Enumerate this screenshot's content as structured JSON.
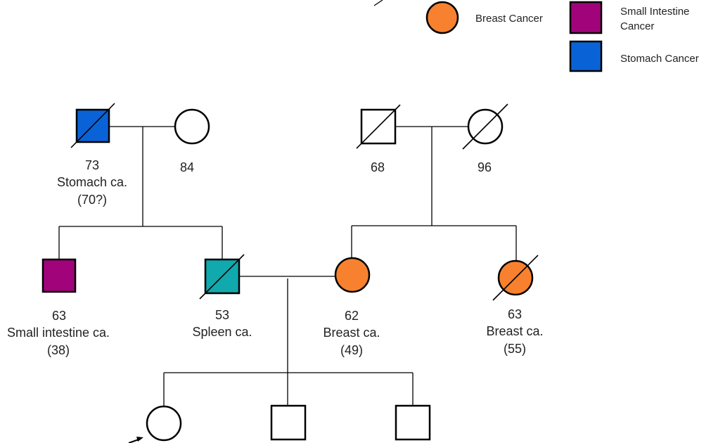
{
  "legend": {
    "breast": {
      "label": "Breast Cancer",
      "color": "#F7812E"
    },
    "small_intestine": {
      "line1": "Small Intestine",
      "line2": "Cancer",
      "color": "#A1037A"
    },
    "stomach": {
      "label": "Stomach Cancer",
      "color": "#0A63D6"
    }
  },
  "spleen_color": "#10A9AE",
  "people": {
    "pat_grandfather": {
      "age": "73",
      "diagnosis": "Stomach ca.",
      "onset": "(70?)",
      "deceased": true
    },
    "pat_grandmother": {
      "age": "84",
      "deceased": false
    },
    "mat_grandfather": {
      "age": "68",
      "deceased": true
    },
    "mat_grandmother": {
      "age": "96",
      "deceased": true
    },
    "uncle": {
      "age": "63",
      "diagnosis": "Small intestine ca.",
      "onset": "(38)",
      "deceased": false
    },
    "father": {
      "age": "53",
      "diagnosis": "Spleen ca.",
      "deceased": true
    },
    "mother": {
      "age": "62",
      "diagnosis": "Breast ca.",
      "onset": "(49)",
      "deceased": false
    },
    "aunt": {
      "age": "63",
      "diagnosis": "Breast ca.",
      "onset": "(55)",
      "deceased": true
    },
    "proband": {
      "role": "proband"
    },
    "son1": {},
    "son2": {}
  }
}
